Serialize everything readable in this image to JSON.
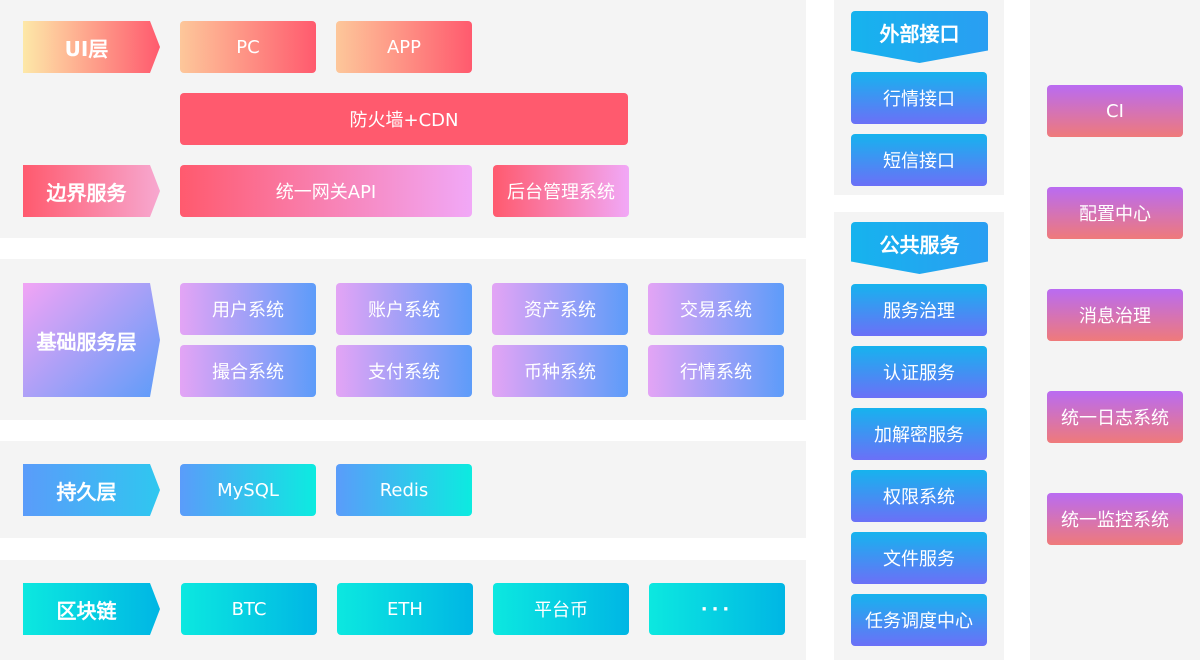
{
  "layers": {
    "ui": {
      "label": "UI层",
      "items": [
        "PC",
        "APP"
      ],
      "firewall": "防火墙+CDN"
    },
    "boundary": {
      "label": "边界服务",
      "gateway": "统一网关API",
      "admin": "后台管理系统"
    },
    "base": {
      "label": "基础服务层",
      "items": [
        "用户系统",
        "账户系统",
        "资产系统",
        "交易系统",
        "撮合系统",
        "支付系统",
        "币种系统",
        "行情系统"
      ]
    },
    "persist": {
      "label": "持久层",
      "items": [
        "MySQL",
        "Redis"
      ]
    },
    "chain": {
      "label": "区块链",
      "items": [
        "BTC",
        "ETH",
        "平台币",
        "···"
      ]
    }
  },
  "external": {
    "label": "外部接口",
    "items": [
      "行情接口",
      "短信接口"
    ]
  },
  "public": {
    "label": "公共服务",
    "items": [
      "服务治理",
      "认证服务",
      "加解密服务",
      "权限系统",
      "文件服务",
      "任务调度中心"
    ]
  },
  "ops": {
    "items": [
      "CI",
      "配置中心",
      "消息治理",
      "统一日志系统",
      "统一监控系统"
    ]
  },
  "colors": {
    "panel_bg": "#f4f4f4",
    "ui_gradient": [
      "#fde8a8",
      "#ff5a6e"
    ],
    "boundary_gradient": [
      "#ff5a6e",
      "#f1a8f7"
    ],
    "base_gradient": [
      "#e3a4f5",
      "#5d9cf9"
    ],
    "persist_gradient": [
      "#5a9cfa",
      "#0cebe0"
    ],
    "chain_gradient": [
      "#0ce8e0",
      "#00b6e4"
    ],
    "service_gradient": [
      "#16b3ee",
      "#6b70f7"
    ],
    "ops_gradient": [
      "#b96bf2",
      "#ef7a7a"
    ]
  }
}
